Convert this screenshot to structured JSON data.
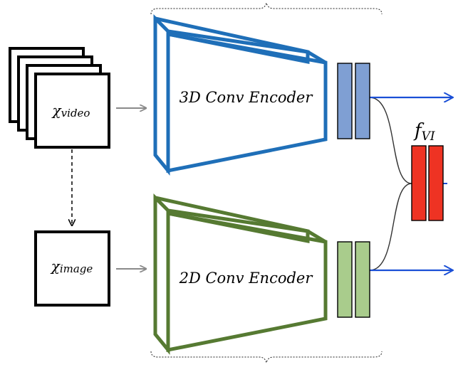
{
  "inputs": {
    "video_symbol": "χ",
    "video_subscript": "video",
    "image_symbol": "χ",
    "image_subscript": "image"
  },
  "encoders": {
    "video_encoder_label": "3D Conv Encoder",
    "image_encoder_label": "2D Conv Encoder"
  },
  "fusion": {
    "symbol": "f",
    "subscript": "VI"
  },
  "colors": {
    "video_encoder": "#1f6fb8",
    "image_encoder": "#567a32",
    "video_feature": "#7f9fd3",
    "image_feature": "#a9cc8c",
    "fusion_feature": "#ee3323",
    "output_arrow": "#1a4fd6",
    "gray_arrow": "#8a8a8a"
  }
}
